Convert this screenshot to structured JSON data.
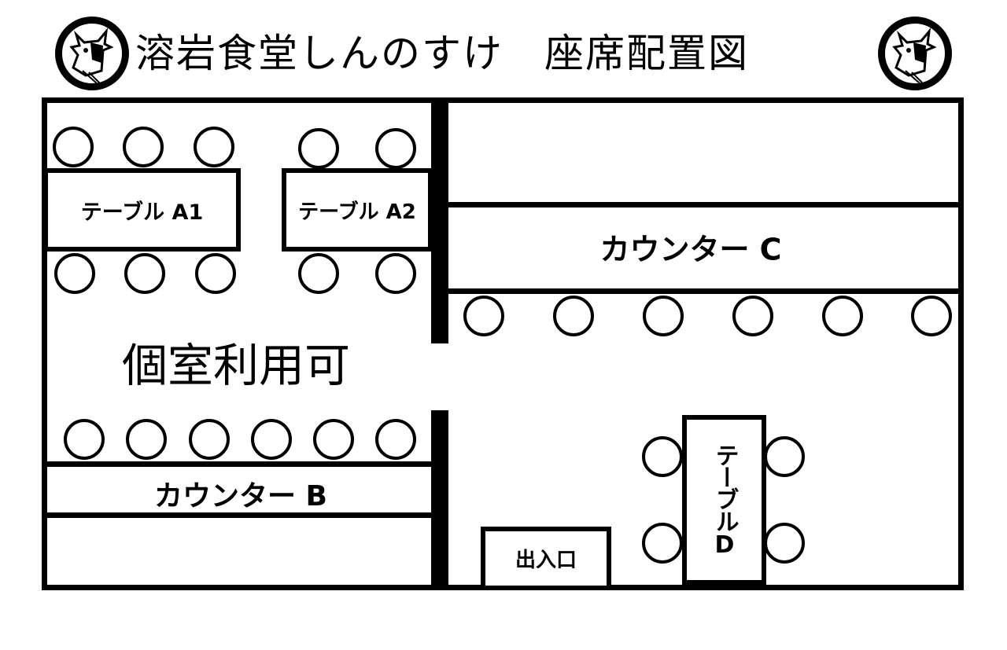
{
  "header": {
    "title": "溶岩食堂しんのすけ　座席配置図",
    "logo_icon": "cow-mascot-icon"
  },
  "areas": {
    "table_a1": "テーブル A1",
    "table_a2": "テーブル A2",
    "counter_c": "カウンター C",
    "counter_b": "カウンター B",
    "private_room": "個室利用可",
    "entrance": "出入口",
    "table_d": "テーブルD"
  },
  "seat_counts": {
    "table_a1": 6,
    "table_a2": 4,
    "counter_c": 6,
    "counter_b": 6,
    "table_d": 4
  }
}
